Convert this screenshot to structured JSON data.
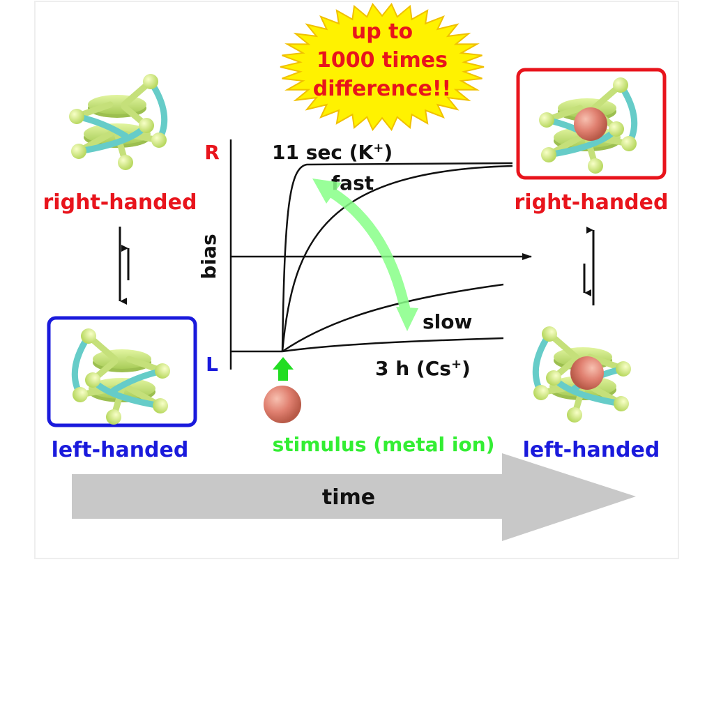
{
  "burst": {
    "lines": [
      "up to",
      "1000 times",
      "difference!!"
    ],
    "text_color": "#e8141c",
    "fill_color": "#fff200",
    "stroke_color": "#f0c000"
  },
  "plot": {
    "ylabel": "bias",
    "y_top_tick": "R",
    "y_bottom_tick": "L",
    "fast_label": "11 sec (K",
    "fast_ion_sup": "+",
    "fast_label_end": ")",
    "slow_label": "3 h (Cs",
    "slow_ion_sup": "+",
    "slow_label_end": ")",
    "fast_word": "fast",
    "slow_word": "slow",
    "stimulus": "stimulus (metal ion)"
  },
  "labels": {
    "left_top": "right-handed",
    "left_bottom": "left-handed",
    "right_top": "right-handed",
    "right_bottom": "left-handed",
    "time": "time"
  },
  "colors": {
    "red": "#e8141c",
    "blue": "#1a1adc",
    "green": "#33ee33",
    "ion": "#e08070",
    "disc": "#cce87a",
    "strand": "#66ccc8",
    "arrow_gray": "#c8c8c8"
  }
}
